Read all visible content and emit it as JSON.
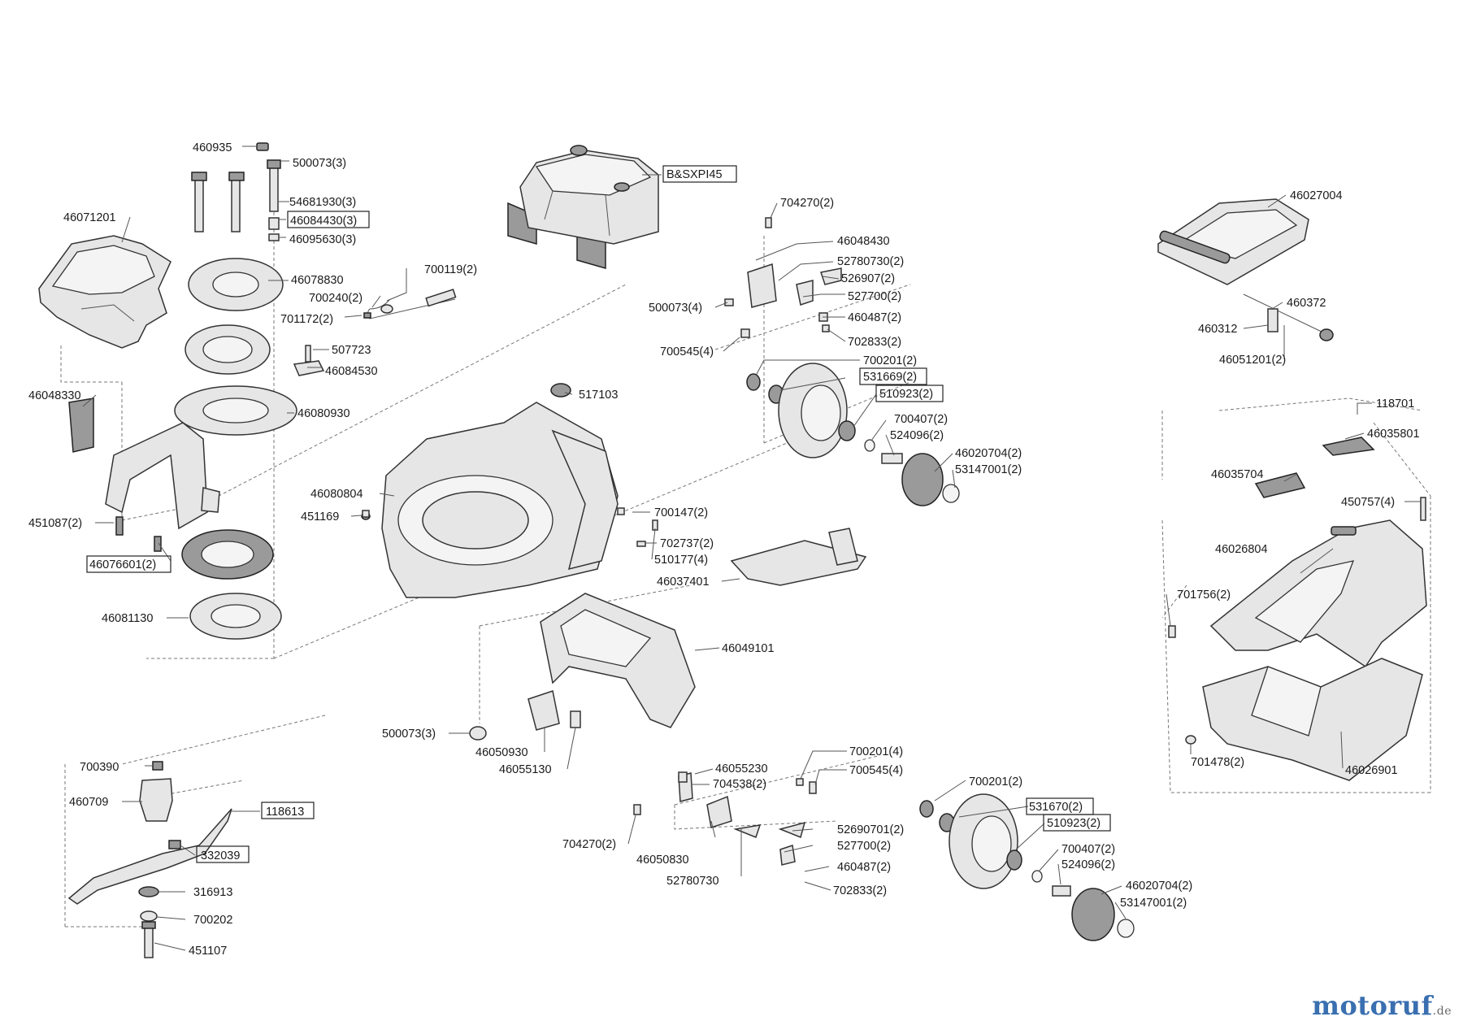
{
  "watermark": {
    "brand": "motoruf",
    "tld": ".de"
  },
  "labels": {
    "l460935": "460935",
    "l500073_3_top": "500073(3)",
    "l54681930_3": "54681930(3)",
    "l46084430_3": "46084430(3)",
    "l46095630_3": "46095630(3)",
    "lBSXPI45": "B&SXPI45",
    "l46071201": "46071201",
    "l46078830": "46078830",
    "l700119_2": "700119(2)",
    "l700240_2": "700240(2)",
    "l701172_2": "701172(2)",
    "l507723": "507723",
    "l46084530": "46084530",
    "l46048330": "46048330",
    "l46080930": "46080930",
    "l451087_2": "451087(2)",
    "l46076601_2": "46076601(2)",
    "l46081130": "46081130",
    "l704270_2_top": "704270(2)",
    "l46048430": "46048430",
    "l52780730_2": "52780730(2)",
    "l526907_2": "526907(2)",
    "l500073_4": "500073(4)",
    "l527700_2_top": "527700(2)",
    "l460487_2_top": "460487(2)",
    "l702833_2_top": "702833(2)",
    "l700545_4_top": "700545(4)",
    "l700201_2_top": "700201(2)",
    "l531669_2": "531669(2)",
    "l510923_2_top": "510923(2)",
    "l700407_2_top": "700407(2)",
    "l524096_2_top": "524096(2)",
    "l46020704_2_top": "46020704(2)",
    "l53147001_2_top": "53147001(2)",
    "l517103": "517103",
    "l46080804": "46080804",
    "l451169": "451169",
    "l700147_2": "700147(2)",
    "l702737_2": "702737(2)",
    "l510177_4": "510177(4)",
    "l46037401": "46037401",
    "l46049101": "46049101",
    "l500073_3_bot": "500073(3)",
    "l46050930": "46050930",
    "l46055130": "46055130",
    "l46055230": "46055230",
    "l704538_2": "704538(2)",
    "l700201_4": "700201(4)",
    "l700545_4_bot": "700545(4)",
    "l704270_2_bot": "704270(2)",
    "l46050830": "46050830",
    "l52780730": "52780730",
    "l52690701_2": "52690701(2)",
    "l527700_2_bot": "527700(2)",
    "l460487_2_bot": "460487(2)",
    "l702833_2_bot": "702833(2)",
    "l700201_2_bot": "700201(2)",
    "l531670_2": "531670(2)",
    "l510923_2_bot": "510923(2)",
    "l700407_2_bot": "700407(2)",
    "l524096_2_bot": "524096(2)",
    "l46020704_2_bot": "46020704(2)",
    "l53147001_2_bot": "53147001(2)",
    "l700390": "700390",
    "l460709": "460709",
    "l118613": "118613",
    "l332039": "332039",
    "l316913": "316913",
    "l700202": "700202",
    "l451107": "451107",
    "l46027004": "46027004",
    "l460372": "460372",
    "l460312": "460312",
    "l46051201_2": "46051201(2)",
    "l118701": "118701",
    "l46035801": "46035801",
    "l46035704": "46035704",
    "l450757_4": "450757(4)",
    "l46026804": "46026804",
    "l701756_2": "701756(2)",
    "l701478_2": "701478(2)",
    "l46026901": "46026901"
  }
}
